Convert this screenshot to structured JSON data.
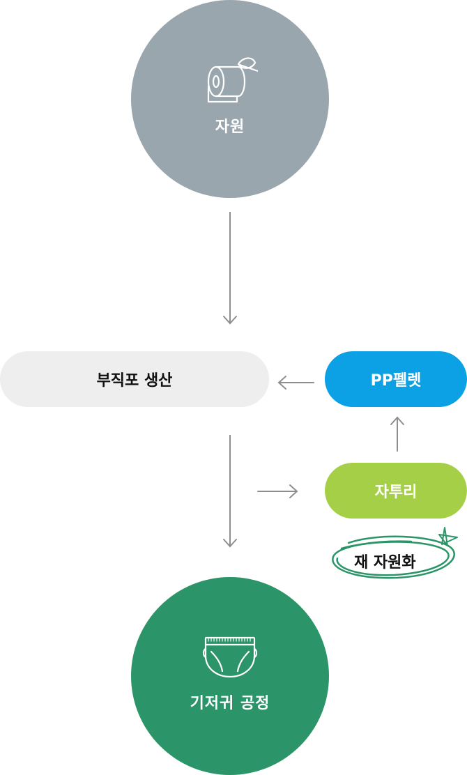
{
  "diagram": {
    "nodes": {
      "resource": {
        "label": "자원",
        "icon": "toilet-paper-leaf-icon",
        "color": "#9aa6ad"
      },
      "nonwoven": {
        "label": "부직포 생산",
        "color": "#eeeeee",
        "text_color": "#111111"
      },
      "pp_pellet": {
        "label": "PP펠렛",
        "color": "#0ca0e4"
      },
      "scrap": {
        "label": "자투리",
        "color": "#a6cf48"
      },
      "diaper": {
        "label": "기저귀 공정",
        "icon": "diaper-icon",
        "color": "#2b9468"
      }
    },
    "badge": {
      "label": "재 자원화",
      "color": "#2b9468"
    },
    "arrow_color": "#8e8e8e"
  }
}
